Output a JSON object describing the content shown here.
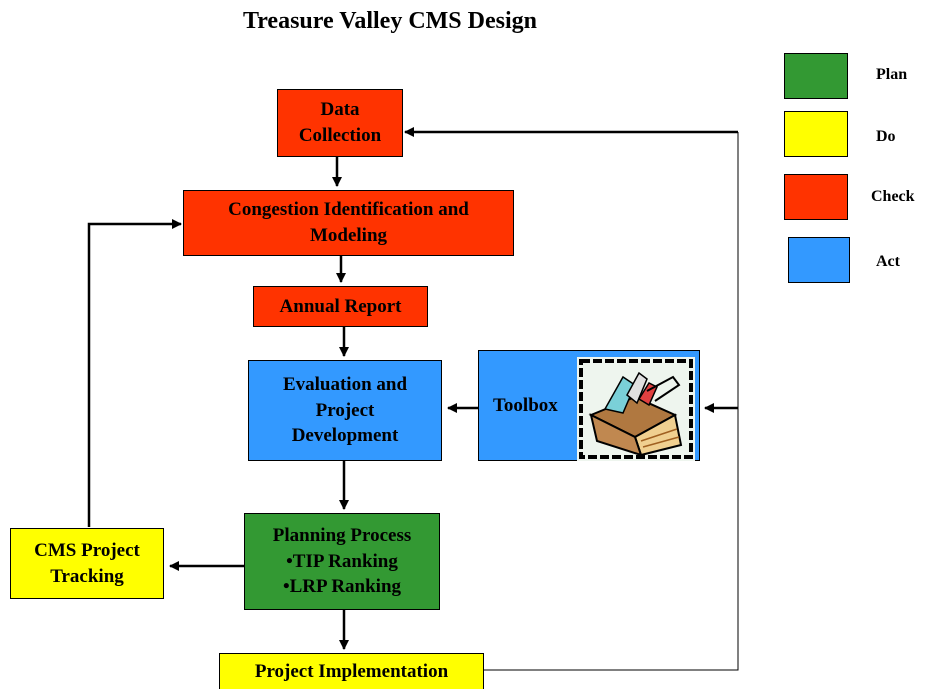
{
  "title": "Treasure Valley CMS Design",
  "legend": [
    {
      "label": "Plan",
      "color": "#339933"
    },
    {
      "label": "Do",
      "color": "#ffff00"
    },
    {
      "label": "Check",
      "color": "#ff3300"
    },
    {
      "label": "Act",
      "color": "#3399ff"
    }
  ],
  "nodes": {
    "data_collection": {
      "line1": "Data",
      "line2": "Collection"
    },
    "congestion": {
      "line1": "Congestion Identification and",
      "line2": "Modeling"
    },
    "annual_report": "Annual Report",
    "evaluation": {
      "line1": "Evaluation  and",
      "line2": "Project",
      "line3": "Development"
    },
    "toolbox": {
      "label": "Toolbox",
      "icon": "toolbox-icon"
    },
    "planning": {
      "line1": "Planning Process",
      "line2": "•TIP Ranking",
      "line3": "•LRP Ranking"
    },
    "tracking": {
      "line1": "CMS Project",
      "line2": "Tracking"
    },
    "implementation": "Project Implementation"
  }
}
